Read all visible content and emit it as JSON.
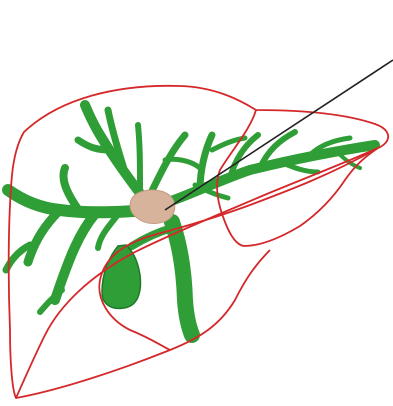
{
  "diagram": {
    "subject": "liver-biliary-tree",
    "colors": {
      "outline": "#d4282a",
      "ducts": "#2f9e37",
      "ducts_shadow": "#1f7a28",
      "hilum": "#d8b39c",
      "needle": "#222222",
      "background": "#ffffff"
    },
    "parts": [
      {
        "name": "liver-outline",
        "label": ""
      },
      {
        "name": "left-lobe-segment",
        "label": ""
      },
      {
        "name": "gallbladder",
        "label": ""
      },
      {
        "name": "common-bile-duct",
        "label": ""
      },
      {
        "name": "hepatic-duct-branches",
        "label": ""
      },
      {
        "name": "hilum-confluence",
        "label": ""
      },
      {
        "name": "needle",
        "label": ""
      }
    ]
  }
}
